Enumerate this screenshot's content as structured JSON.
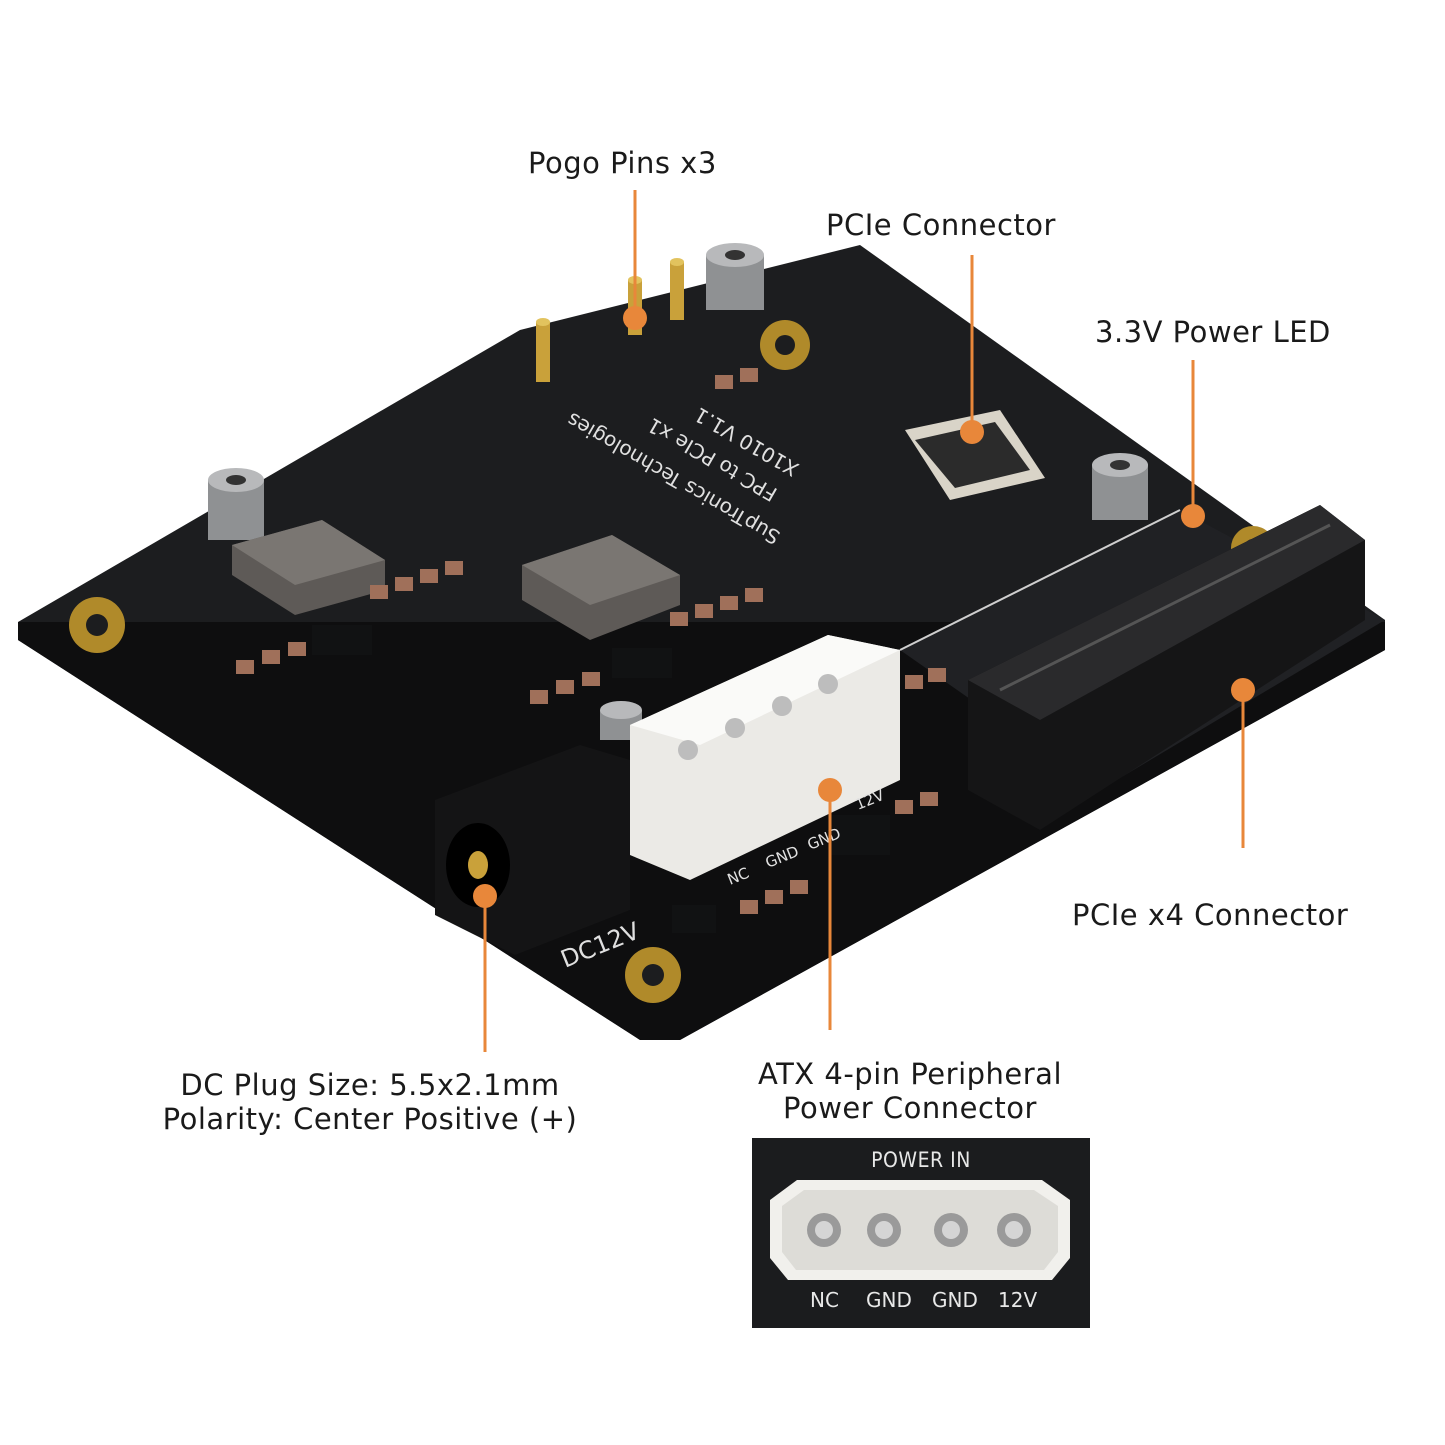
{
  "labels": {
    "pogo_pins": "Pogo Pins x3",
    "pcie_connector": "PCIe Connector",
    "power_led": "3.3V Power LED",
    "pcie_x4": "PCIe x4 Connector",
    "dc_plug_line1": "DC Plug Size: 5.5x2.1mm",
    "dc_plug_line2": "Polarity: Center Positive (+)",
    "atx_line1": "ATX 4-pin Peripheral",
    "atx_line2": "Power Connector"
  },
  "board": {
    "silkscreen_line1": "SupTronics Technologies",
    "silkscreen_line2": "FPC to PCIe x1",
    "silkscreen_line3": "X1010 V1.1",
    "dc_label": "DC12V",
    "pin_labels": [
      "NC",
      "GND",
      "GND",
      "12V"
    ]
  },
  "inset": {
    "title": "POWER IN",
    "pins": [
      "NC",
      "GND",
      "GND",
      "12V"
    ]
  },
  "colors": {
    "accent": "#e8873a",
    "pcb": "#1c1d1f",
    "text": "#1a1a1a"
  }
}
